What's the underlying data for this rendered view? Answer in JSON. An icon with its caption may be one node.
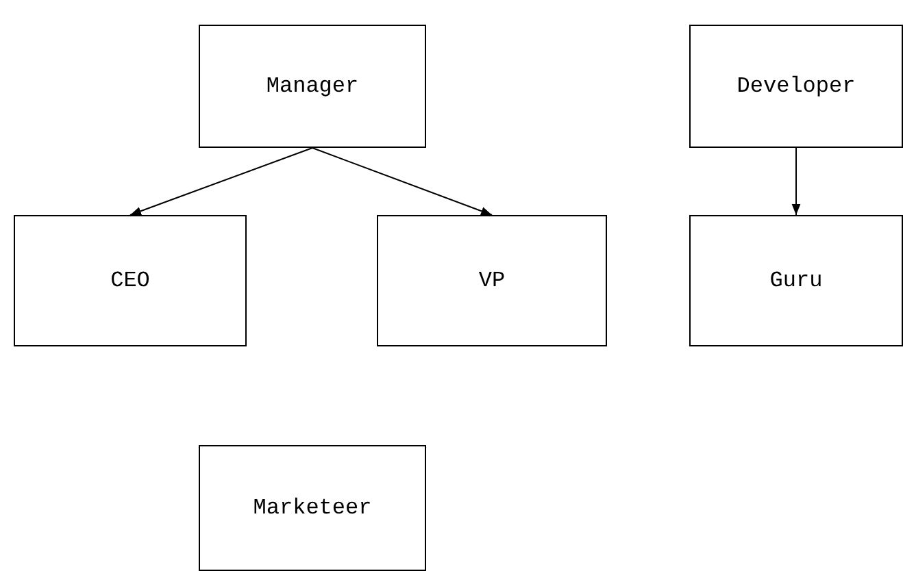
{
  "diagram": {
    "nodes": [
      {
        "text": [
          "Manager"
        ]
      },
      {
        "text": [
          "Developer"
        ]
      },
      {
        "text": [
          "CEO"
        ]
      },
      {
        "text": [
          "VP"
        ]
      },
      {
        "text": [
          "Guru"
        ]
      },
      {
        "text": [
          "Marketeer"
        ]
      }
    ],
    "edges": [
      {
        "from": 0,
        "to": 2,
        "arrow": "to"
      },
      {
        "from": 0,
        "to": 3,
        "arrow": "to"
      },
      {
        "from": 1,
        "to": 4,
        "arrow": "to"
      }
    ]
  }
}
